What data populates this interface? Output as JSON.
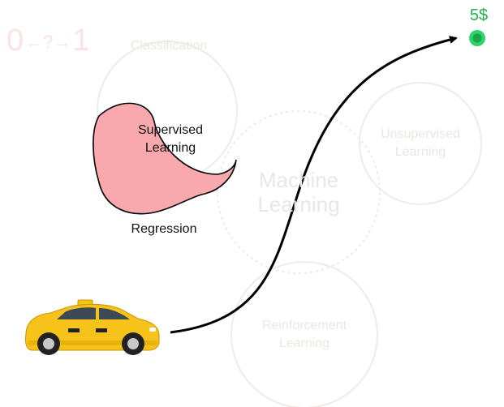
{
  "binary_symbol": {
    "left": "0",
    "arrow": "←?→",
    "right": "1"
  },
  "nodes": {
    "classification": "Classification",
    "unsupervised": [
      "Unsupervised",
      "Learning"
    ],
    "machine": [
      "Machine",
      "Learning"
    ],
    "reinforcement": [
      "Reinforcement",
      "Learning"
    ],
    "supervised": [
      "Supervised",
      "Learning"
    ],
    "regression": "Regression"
  },
  "reward": {
    "value": "5$",
    "color": "#1eb44a"
  },
  "colors": {
    "faint": "#ece6e2",
    "supervised_fill": "#f9a9ae",
    "binary_red": "#fde2e4",
    "arrow": "#000000",
    "taxi_body": "#f7c21a"
  },
  "icons": [
    "taxi-car-icon",
    "goal-dot-icon",
    "path-arrow-icon"
  ]
}
